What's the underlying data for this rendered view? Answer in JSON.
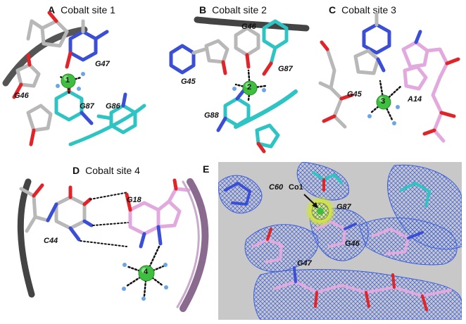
{
  "panels": [
    {
      "letter": "A",
      "title": "Cobalt site 1",
      "ion_label": "1",
      "residues": [
        "G47",
        "G46",
        "G87",
        "G86"
      ]
    },
    {
      "letter": "B",
      "title": "Cobalt site 2",
      "ion_label": "2",
      "residues": [
        "G46",
        "G87",
        "G45",
        "G88"
      ]
    },
    {
      "letter": "C",
      "title": "Cobalt site 3",
      "ion_label": "3",
      "residues": [
        "G45",
        "A14"
      ]
    },
    {
      "letter": "D",
      "title": "Cobalt site 4",
      "ion_label": "4",
      "residues": [
        "G18",
        "C44"
      ]
    },
    {
      "letter": "E",
      "title": "",
      "residues": [
        "C60",
        "Co1",
        "G87",
        "G46",
        "G47"
      ]
    }
  ],
  "colors": {
    "carbon_gray": "#b8b8b8",
    "carbon_cyan": "#2ec4c4",
    "carbon_pink": "#e2a9df",
    "nitrogen": "#3b4fd6",
    "oxygen": "#e0242a",
    "cobalt": "#3fbf3f",
    "water": "#6aa6e6",
    "backbone": "#555555",
    "ribbon_mauve": "#8a6a8e",
    "density_mesh": "#4466dd",
    "density_bg": "#c8c8c8",
    "density_ion": "#d9e84a"
  }
}
